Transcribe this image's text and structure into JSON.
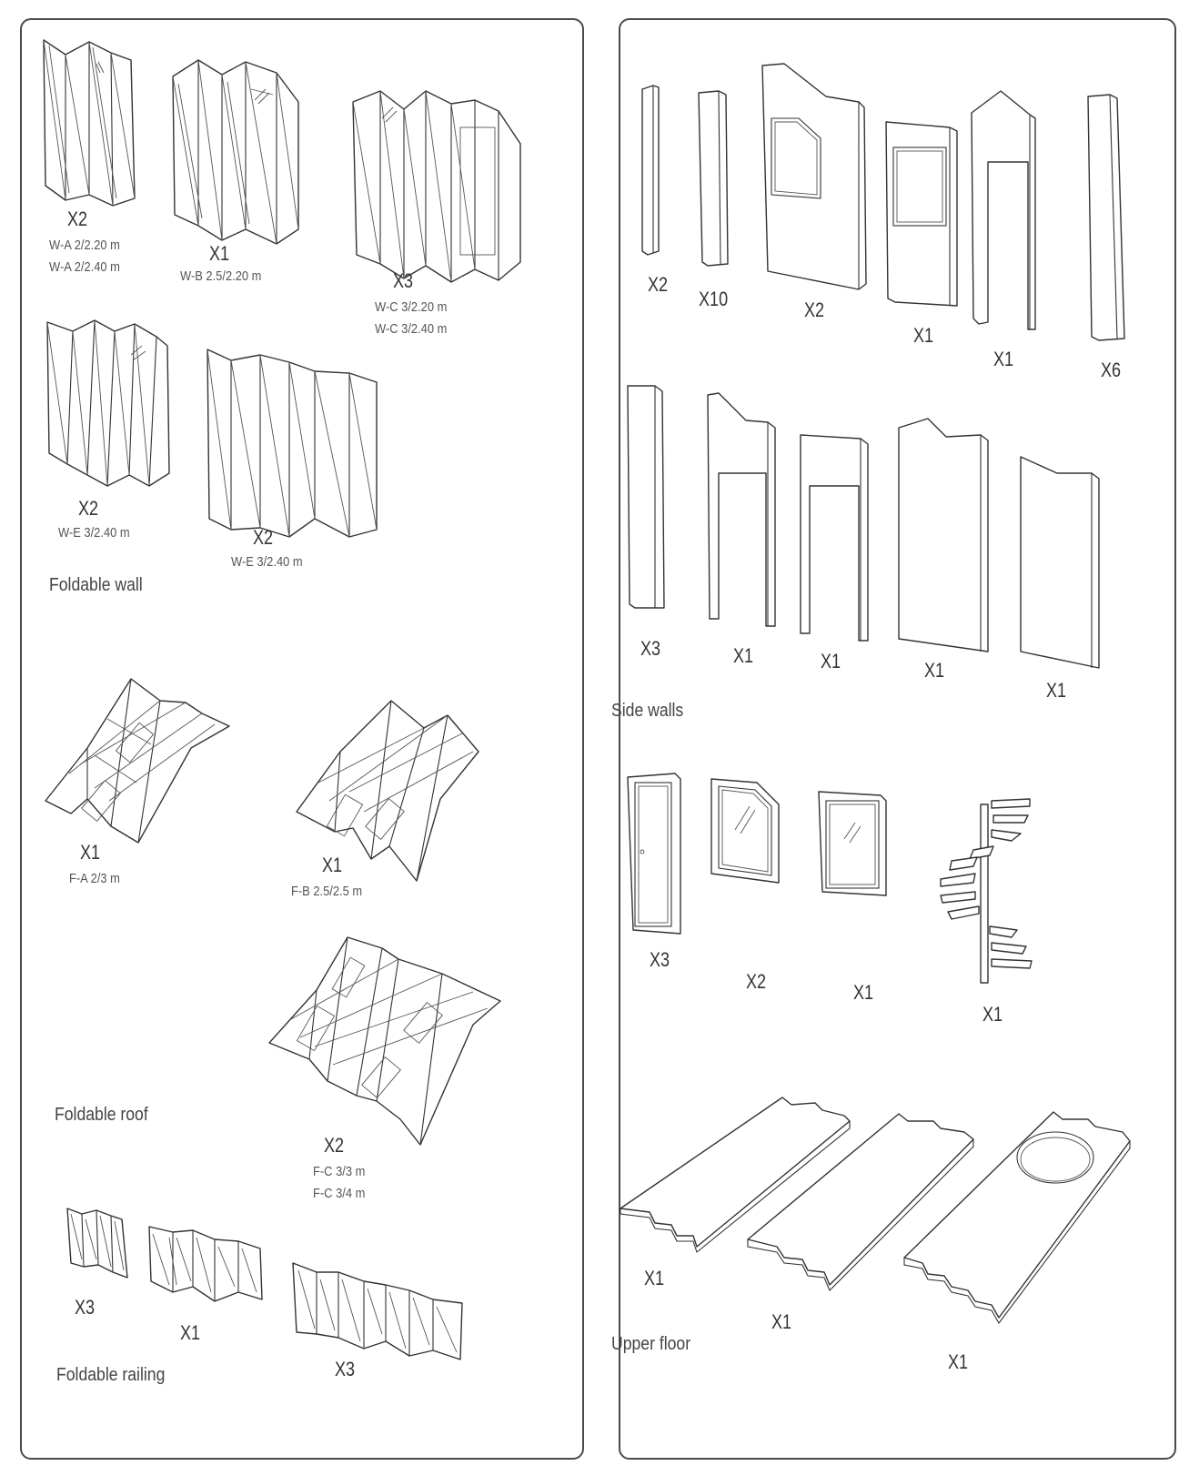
{
  "left_panel": {
    "foldable_wall": {
      "caption": "Foldable wall",
      "items": [
        {
          "qty": "X2",
          "spec": [
            "W-A 2/2.20 m",
            "W-A 2/2.40 m"
          ]
        },
        {
          "qty": "X1",
          "spec": [
            "W-B 2.5/2.20 m"
          ]
        },
        {
          "qty": "X3",
          "spec": [
            "W-C 3/2.20 m",
            "W-C 3/2.40 m"
          ]
        },
        {
          "qty": "X2",
          "spec": [
            "W-E 3/2.40 m"
          ]
        },
        {
          "qty": "X2",
          "spec": [
            "W-E 3/2.40 m"
          ]
        }
      ]
    },
    "foldable_roof": {
      "caption": "Foldable roof",
      "items": [
        {
          "qty": "X1",
          "spec": [
            "F-A 2/3 m"
          ]
        },
        {
          "qty": "X1",
          "spec": [
            "F-B 2.5/2.5 m"
          ]
        },
        {
          "qty": "X2",
          "spec": [
            "F-C 3/3 m",
            "F-C 3/4 m"
          ]
        }
      ]
    },
    "foldable_railing": {
      "caption": "Foldable railing",
      "items": [
        {
          "qty": "X3"
        },
        {
          "qty": "X1"
        },
        {
          "qty": "X3"
        }
      ]
    }
  },
  "right_panel": {
    "panels_row": {
      "items": [
        {
          "qty": "X2"
        },
        {
          "qty": "X10"
        },
        {
          "qty": "X2"
        },
        {
          "qty": "X1"
        },
        {
          "qty": "X1"
        },
        {
          "qty": "X6"
        }
      ]
    },
    "side_walls": {
      "caption": "Side walls",
      "items": [
        {
          "qty": "X3"
        },
        {
          "qty": "X1"
        },
        {
          "qty": "X1"
        },
        {
          "qty": "X1"
        },
        {
          "qty": "X1"
        }
      ]
    },
    "openings_row": {
      "items": [
        {
          "qty": "X3"
        },
        {
          "qty": "X2"
        },
        {
          "qty": "X1"
        },
        {
          "qty": "X1"
        }
      ]
    },
    "upper_floor": {
      "caption": "Upper floor",
      "items": [
        {
          "qty": "X1"
        },
        {
          "qty": "X1"
        },
        {
          "qty": "X1"
        }
      ]
    }
  }
}
